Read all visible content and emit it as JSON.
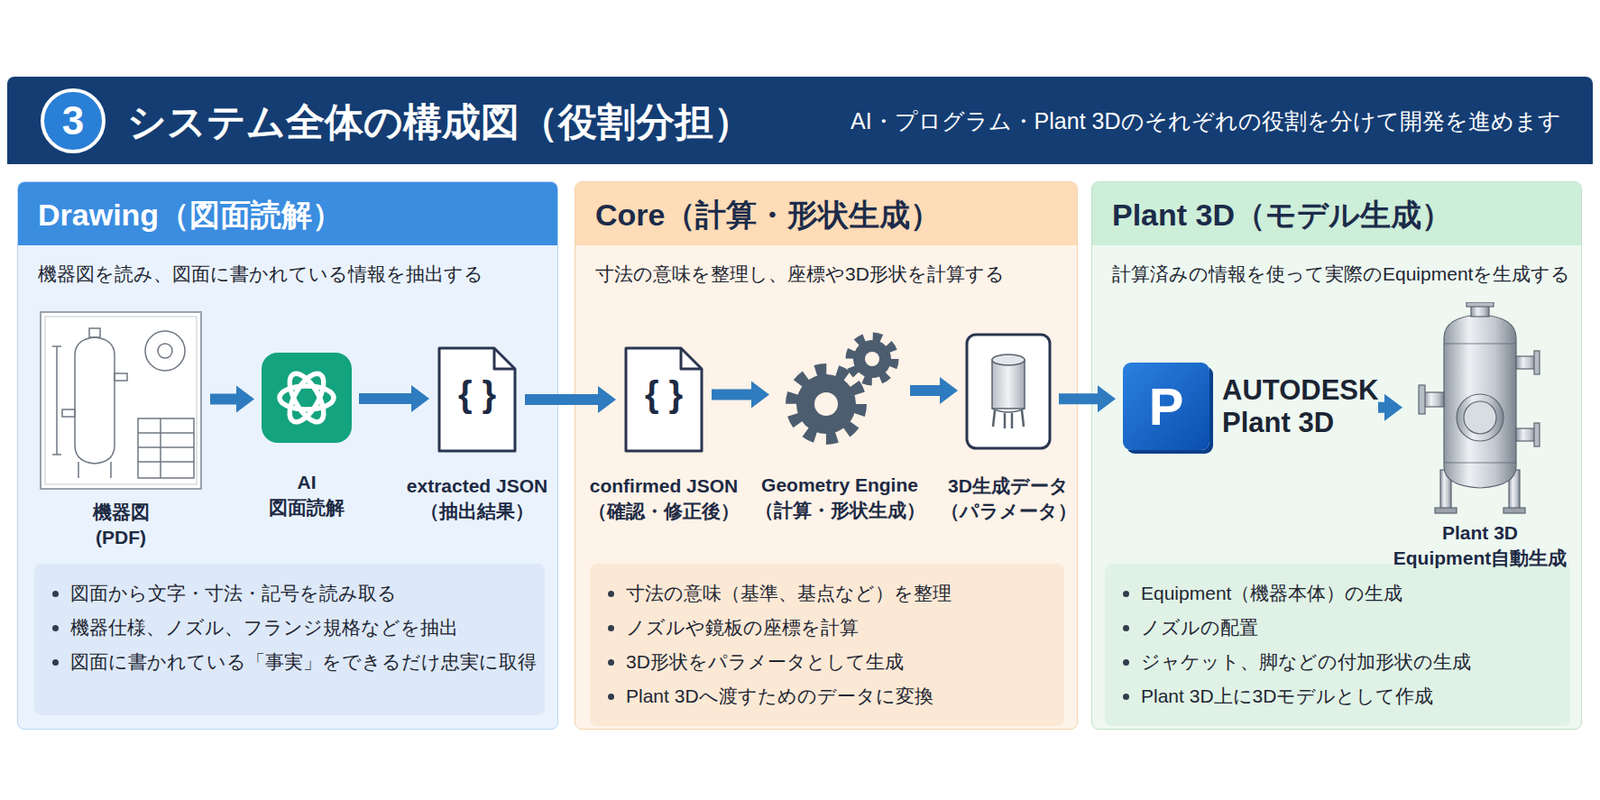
{
  "diagram": {
    "title": "システム全体の構成図（役割分担）",
    "nodes": [
      {
        "text": [
          "AI・プログラム・Plant 3Dのそれぞれの役割を分けて開発を進めます"
        ]
      },
      {
        "text": [
          "3"
        ],
        "in": 0
      },
      {
        "text": [
          "Drawing（図面読解）",
          "機器図を読み、図面に書かれている情報を抽出する"
        ]
      },
      {
        "text": [
          "機器図 (PDF)"
        ],
        "in": 2
      },
      {
        "text": [
          "AI 図面読解"
        ],
        "in": 2
      },
      {
        "text": [
          "{ }",
          "extracted JSON （抽出結果）"
        ],
        "in": 2
      },
      {
        "text": [
          "図面から文字・寸法・記号を読み取る",
          "機器仕様、ノズル、フランジ規格などを抽出",
          "図面に書かれている「事実」をできるだけ忠実に取得"
        ],
        "in": 2
      },
      {
        "text": [
          "Core（計算・形状生成）",
          "寸法の意味を整理し、座標や3D形状を計算する"
        ]
      },
      {
        "text": [
          "{ }",
          "confirmed JSON （確認・修正後）"
        ],
        "in": 7
      },
      {
        "text": [
          "Geometry Engine （計算・形状生成）"
        ],
        "in": 7
      },
      {
        "text": [
          "3D生成データ （パラメータ）"
        ],
        "in": 7
      },
      {
        "text": [
          "寸法の意味（基準、基点など）を整理",
          "ノズルや鏡板の座標を計算",
          "3D形状をパラメータとして生成",
          "Plant 3Dへ渡すためのデータに変換"
        ],
        "in": 7
      },
      {
        "text": [
          "Plant 3D（モデル生成）",
          "計算済みの情報を使って実際のEquipmentを生成する"
        ]
      },
      {
        "text": [
          "P",
          "AUTODESK Plant 3D"
        ],
        "in": 12
      },
      {
        "text": [
          "Plant 3D Equipment自動生成"
        ],
        "in": 12
      },
      {
        "text": [
          "Equipment（機器本体）の生成",
          "ノズルの配置",
          "ジャケット、脚などの付加形状の生成",
          "Plant 3D上に3Dモデルとして作成"
        ],
        "in": 12
      }
    ],
    "edges": [
      {
        "from": 3,
        "to": 4,
        "arrow": "to"
      },
      {
        "from": 4,
        "to": 5,
        "arrow": "to"
      },
      {
        "from": 5,
        "to": 8,
        "arrow": "to"
      },
      {
        "from": 8,
        "to": 9,
        "arrow": "to"
      },
      {
        "from": 9,
        "to": 10,
        "arrow": "to"
      },
      {
        "from": 10,
        "to": 13,
        "arrow": "to"
      },
      {
        "from": 13,
        "to": 14,
        "arrow": "to"
      }
    ]
  }
}
